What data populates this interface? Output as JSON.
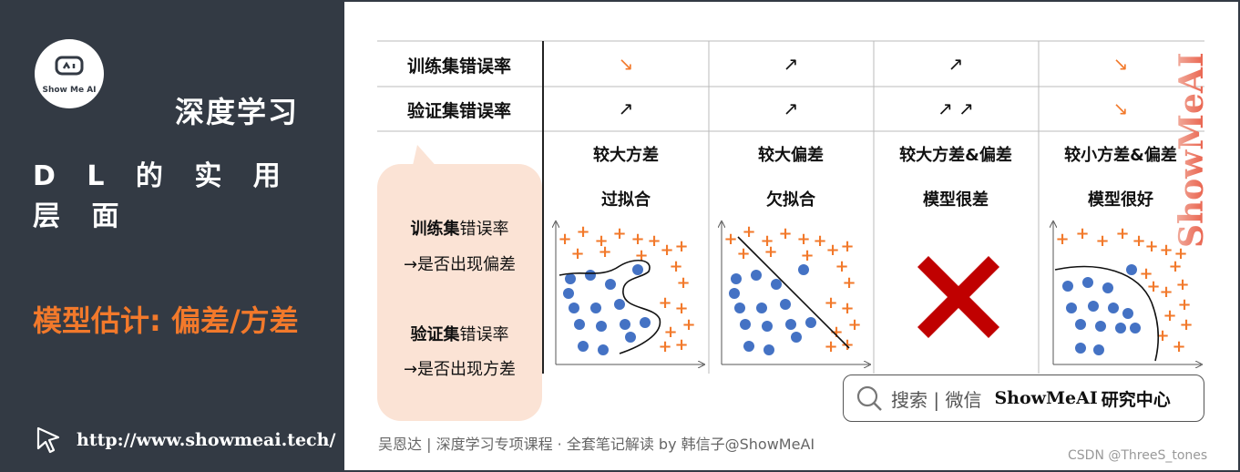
{
  "left_panel": {
    "logo_text": "Show Me AI",
    "subtitle": "深度学习",
    "title": "D L 的 实 用 层 面",
    "topic": "模型估计: 偏差/方差",
    "url": "http://www.showmeai.tech/"
  },
  "table": {
    "row_labels": [
      "训练集错误率",
      "验证集错误率"
    ],
    "train_arrows": [
      "↘",
      "↗",
      "↗",
      "↘"
    ],
    "val_arrows": [
      "↗",
      "↗",
      "↗ ↗",
      "↘"
    ],
    "columns": [
      {
        "title": "较大方差",
        "subtitle": "过拟合"
      },
      {
        "title": "较大偏差",
        "subtitle": "欠拟合"
      },
      {
        "title": "较大方差&偏差",
        "subtitle": "模型很差"
      },
      {
        "title": "较小方差&偏差",
        "subtitle": "模型很好"
      }
    ]
  },
  "bubble": {
    "line1_bold": "训练集",
    "line1_rest": "错误率",
    "line2": "→是否出现偏差",
    "line3_bold": "验证集",
    "line3_rest": "错误率",
    "line4": "→是否出现方差"
  },
  "watermark": "ShowMeAI",
  "search": {
    "placeholder": "搜索 | 微信",
    "brand": "ShowMeAI",
    "brand_suffix": "研究中心"
  },
  "footer": "吴恩达 | 深度学习专项课程 · 全套笔记解读  by 韩信子@ShowMeAI",
  "csdn": "CSDN @ThreeS_tones",
  "colors": {
    "panel": "#333a44",
    "accent": "#f2792b",
    "dot": "#4472c4",
    "cross": "#c00000",
    "bubble": "#fbe3d5"
  },
  "icons": {
    "logo": "robot-face-icon",
    "search": "magnifier-icon",
    "cursor": "pointer-cursor-icon",
    "cross": "red-x-icon"
  }
}
